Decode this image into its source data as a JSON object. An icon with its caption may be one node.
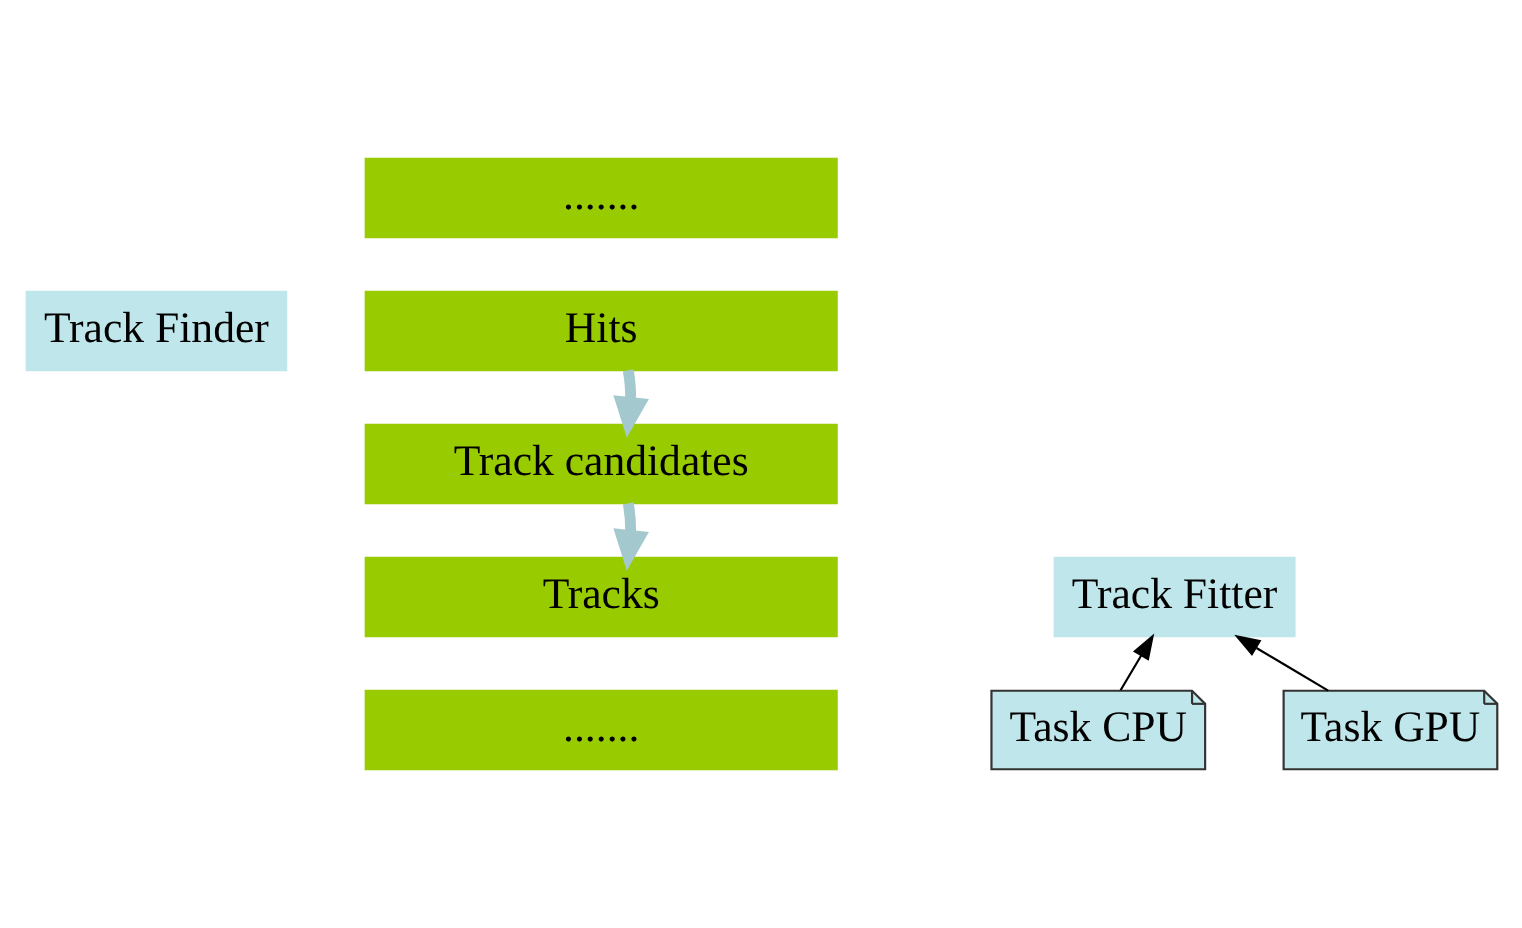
{
  "diagram": {
    "nodes": [
      {
        "text": [
          "......."
        ]
      },
      {
        "text": [
          "Hits"
        ]
      },
      {
        "text": [
          "Track candidates"
        ]
      },
      {
        "text": [
          "Tracks"
        ]
      },
      {
        "text": [
          "......."
        ]
      },
      {
        "text": [
          "Track Finder"
        ]
      },
      {
        "text": [
          "Track Fitter"
        ]
      },
      {
        "text": [
          "Task CPU"
        ]
      },
      {
        "text": [
          "Task GPU"
        ]
      }
    ],
    "edges": [
      {
        "from": 1,
        "to": 2,
        "arrow": "to",
        "style": "thick",
        "color": "#a3c9cf"
      },
      {
        "from": 2,
        "to": 3,
        "arrow": "to",
        "style": "thick",
        "color": "#a3c9cf"
      },
      {
        "from": 7,
        "to": 6,
        "arrow": "to",
        "color": "#000000"
      },
      {
        "from": 8,
        "to": 6,
        "arrow": "to",
        "color": "#000000"
      }
    ]
  }
}
